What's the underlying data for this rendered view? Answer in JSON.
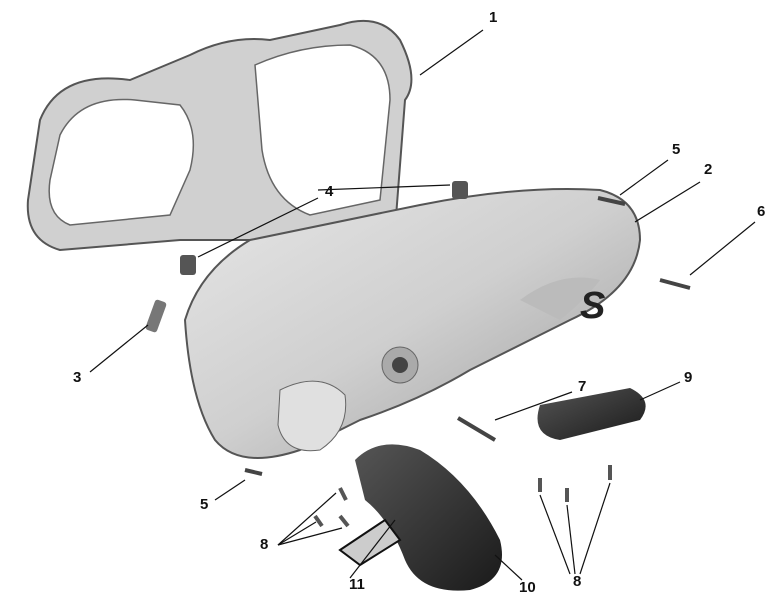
{
  "callouts": {
    "c1": "1",
    "c2": "2",
    "c3": "3",
    "c4": "4",
    "c5a": "5",
    "c5b": "5",
    "c6": "6",
    "c7": "7",
    "c8a": "8",
    "c8b": "8",
    "c9": "9",
    "c10": "10",
    "c11": "11"
  }
}
